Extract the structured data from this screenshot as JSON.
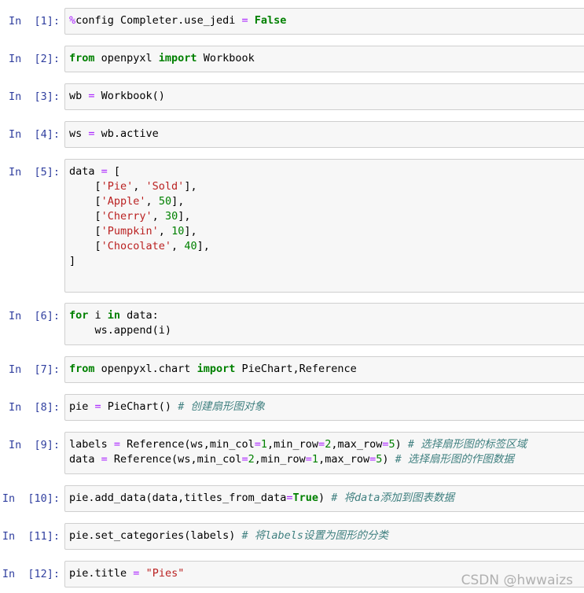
{
  "cells": [
    {
      "prompt": "In  [1]:",
      "lines": [
        [
          [
            "magic",
            "%"
          ],
          [
            "p",
            "config Completer.use_jedi "
          ],
          [
            "op",
            "="
          ],
          [
            "p",
            " "
          ],
          [
            "kw",
            "False"
          ]
        ]
      ]
    },
    {
      "prompt": "In  [2]:",
      "lines": [
        [
          [
            "kw",
            "from"
          ],
          [
            "p",
            " openpyxl "
          ],
          [
            "kw",
            "import"
          ],
          [
            "p",
            " Workbook"
          ]
        ]
      ]
    },
    {
      "prompt": "In  [3]:",
      "lines": [
        [
          [
            "p",
            "wb "
          ],
          [
            "op",
            "="
          ],
          [
            "p",
            " Workbook()"
          ]
        ]
      ]
    },
    {
      "prompt": "In  [4]:",
      "lines": [
        [
          [
            "p",
            "ws "
          ],
          [
            "op",
            "="
          ],
          [
            "p",
            " wb.active"
          ]
        ]
      ]
    },
    {
      "prompt": "In  [5]:",
      "lines": [
        [
          [
            "p",
            "data "
          ],
          [
            "op",
            "="
          ],
          [
            "p",
            " ["
          ]
        ],
        [
          [
            "p",
            "    ["
          ],
          [
            "str",
            "'Pie'"
          ],
          [
            "p",
            ", "
          ],
          [
            "str",
            "'Sold'"
          ],
          [
            "p",
            "],"
          ]
        ],
        [
          [
            "p",
            "    ["
          ],
          [
            "str",
            "'Apple'"
          ],
          [
            "p",
            ", "
          ],
          [
            "num",
            "50"
          ],
          [
            "p",
            "],"
          ]
        ],
        [
          [
            "p",
            "    ["
          ],
          [
            "str",
            "'Cherry'"
          ],
          [
            "p",
            ", "
          ],
          [
            "num",
            "30"
          ],
          [
            "p",
            "],"
          ]
        ],
        [
          [
            "p",
            "    ["
          ],
          [
            "str",
            "'Pumpkin'"
          ],
          [
            "p",
            ", "
          ],
          [
            "num",
            "10"
          ],
          [
            "p",
            "],"
          ]
        ],
        [
          [
            "p",
            "    ["
          ],
          [
            "str",
            "'Chocolate'"
          ],
          [
            "p",
            ", "
          ],
          [
            "num",
            "40"
          ],
          [
            "p",
            "],"
          ]
        ],
        [
          [
            "p",
            "]"
          ]
        ],
        [
          [
            "p",
            " "
          ]
        ]
      ]
    },
    {
      "prompt": "In  [6]:",
      "lines": [
        [
          [
            "kw",
            "for"
          ],
          [
            "p",
            " i "
          ],
          [
            "kw",
            "in"
          ],
          [
            "p",
            " data:"
          ]
        ],
        [
          [
            "p",
            "    ws.append(i)"
          ]
        ]
      ]
    },
    {
      "prompt": "In  [7]:",
      "lines": [
        [
          [
            "kw",
            "from"
          ],
          [
            "p",
            " openpyxl.chart "
          ],
          [
            "kw",
            "import"
          ],
          [
            "p",
            " PieChart,Reference"
          ]
        ]
      ]
    },
    {
      "prompt": "In  [8]:",
      "lines": [
        [
          [
            "p",
            "pie "
          ],
          [
            "op",
            "="
          ],
          [
            "p",
            " PieChart() "
          ],
          [
            "cm",
            "# 创建扇形图对象"
          ]
        ]
      ]
    },
    {
      "prompt": "In  [9]:",
      "lines": [
        [
          [
            "p",
            "labels "
          ],
          [
            "op",
            "="
          ],
          [
            "p",
            " Reference(ws,min_col"
          ],
          [
            "op",
            "="
          ],
          [
            "num",
            "1"
          ],
          [
            "p",
            ",min_row"
          ],
          [
            "op",
            "="
          ],
          [
            "num",
            "2"
          ],
          [
            "p",
            ",max_row"
          ],
          [
            "op",
            "="
          ],
          [
            "num",
            "5"
          ],
          [
            "p",
            ") "
          ],
          [
            "cm",
            "# 选择扇形图的标签区域"
          ]
        ],
        [
          [
            "p",
            "data "
          ],
          [
            "op",
            "="
          ],
          [
            "p",
            " Reference(ws,min_col"
          ],
          [
            "op",
            "="
          ],
          [
            "num",
            "2"
          ],
          [
            "p",
            ",min_row"
          ],
          [
            "op",
            "="
          ],
          [
            "num",
            "1"
          ],
          [
            "p",
            ",max_row"
          ],
          [
            "op",
            "="
          ],
          [
            "num",
            "5"
          ],
          [
            "p",
            ") "
          ],
          [
            "cm",
            "# 选择扇形图的作图数据"
          ]
        ]
      ]
    },
    {
      "prompt": "In  [10]:",
      "lines": [
        [
          [
            "p",
            "pie.add_data(data,titles_from_data"
          ],
          [
            "op",
            "="
          ],
          [
            "kw",
            "True"
          ],
          [
            "p",
            ") "
          ],
          [
            "cm",
            "# 将data添加到图表数据"
          ]
        ]
      ]
    },
    {
      "prompt": "In  [11]:",
      "lines": [
        [
          [
            "p",
            "pie.set_categories(labels) "
          ],
          [
            "cm",
            "# 将labels设置为图形的分类"
          ]
        ]
      ]
    },
    {
      "prompt": "In  [12]:",
      "lines": [
        [
          [
            "p",
            "pie.title "
          ],
          [
            "op",
            "="
          ],
          [
            "p",
            " "
          ],
          [
            "str",
            "\"Pies\""
          ]
        ]
      ]
    }
  ],
  "watermark": "CSDN @hwwaizs"
}
